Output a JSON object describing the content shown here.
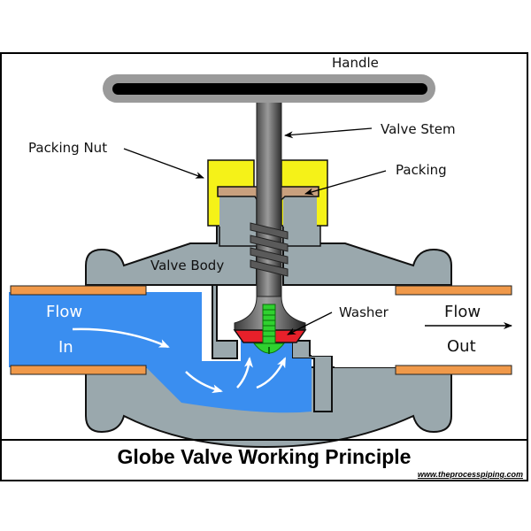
{
  "diagram": {
    "title": "Globe Valve Working Principle",
    "credit": "www.theprocesspiping.com",
    "labels": {
      "handle": "Handle",
      "valve_stem": "Valve Stem",
      "packing_nut": "Packing Nut",
      "packing": "Packing",
      "valve_body": "Valve Body",
      "washer": "Washer",
      "flow_in_1": "Flow",
      "flow_in_2": "In",
      "flow_out_1": "Flow",
      "flow_out_2": "Out"
    },
    "colors": {
      "body": "#9aa8ad",
      "fluid": "#3a8ef0",
      "pipe": "#f0994a",
      "packing_nut": "#f5f218",
      "packing": "#c9a07e",
      "washer": "#e8202a",
      "screw": "#2fd12f",
      "handle_outer": "#9a9a9a",
      "handle_inner": "#000000",
      "stem": "#707070"
    }
  }
}
